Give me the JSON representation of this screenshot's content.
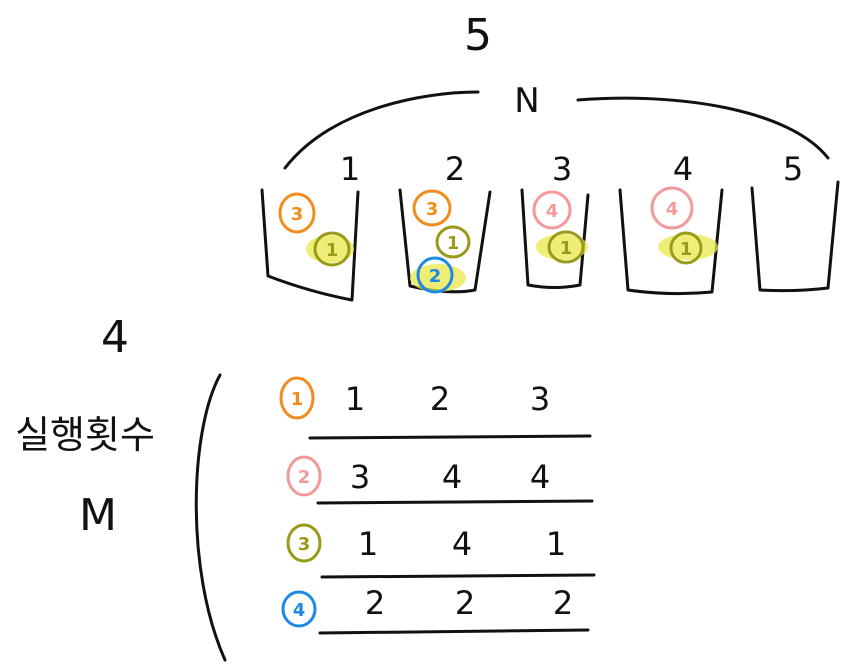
{
  "top_count": "5",
  "n_label": "N",
  "m_count": "4",
  "m_caption": "실행횟수",
  "m_label": "M",
  "colors": {
    "ink": "#111111",
    "op1": "#f28c1e",
    "op2": "#f29a9a",
    "op3": "#9a9a1a",
    "op4": "#1e88e5",
    "highlight": "#e8e84a"
  },
  "baskets": [
    {
      "label": "1",
      "balls": [
        "3",
        "1"
      ]
    },
    {
      "label": "2",
      "balls": [
        "3",
        "1",
        "2"
      ]
    },
    {
      "label": "3",
      "balls": [
        "4",
        "1"
      ]
    },
    {
      "label": "4",
      "balls": [
        "4",
        "1"
      ]
    },
    {
      "label": "5",
      "balls": []
    }
  ],
  "operations": [
    {
      "step": "1",
      "values": [
        "1",
        "2",
        "3"
      ]
    },
    {
      "step": "2",
      "values": [
        "3",
        "4",
        "4"
      ]
    },
    {
      "step": "3",
      "values": [
        "1",
        "4",
        "1"
      ]
    },
    {
      "step": "4",
      "values": [
        "2",
        "2",
        "2"
      ]
    }
  ]
}
